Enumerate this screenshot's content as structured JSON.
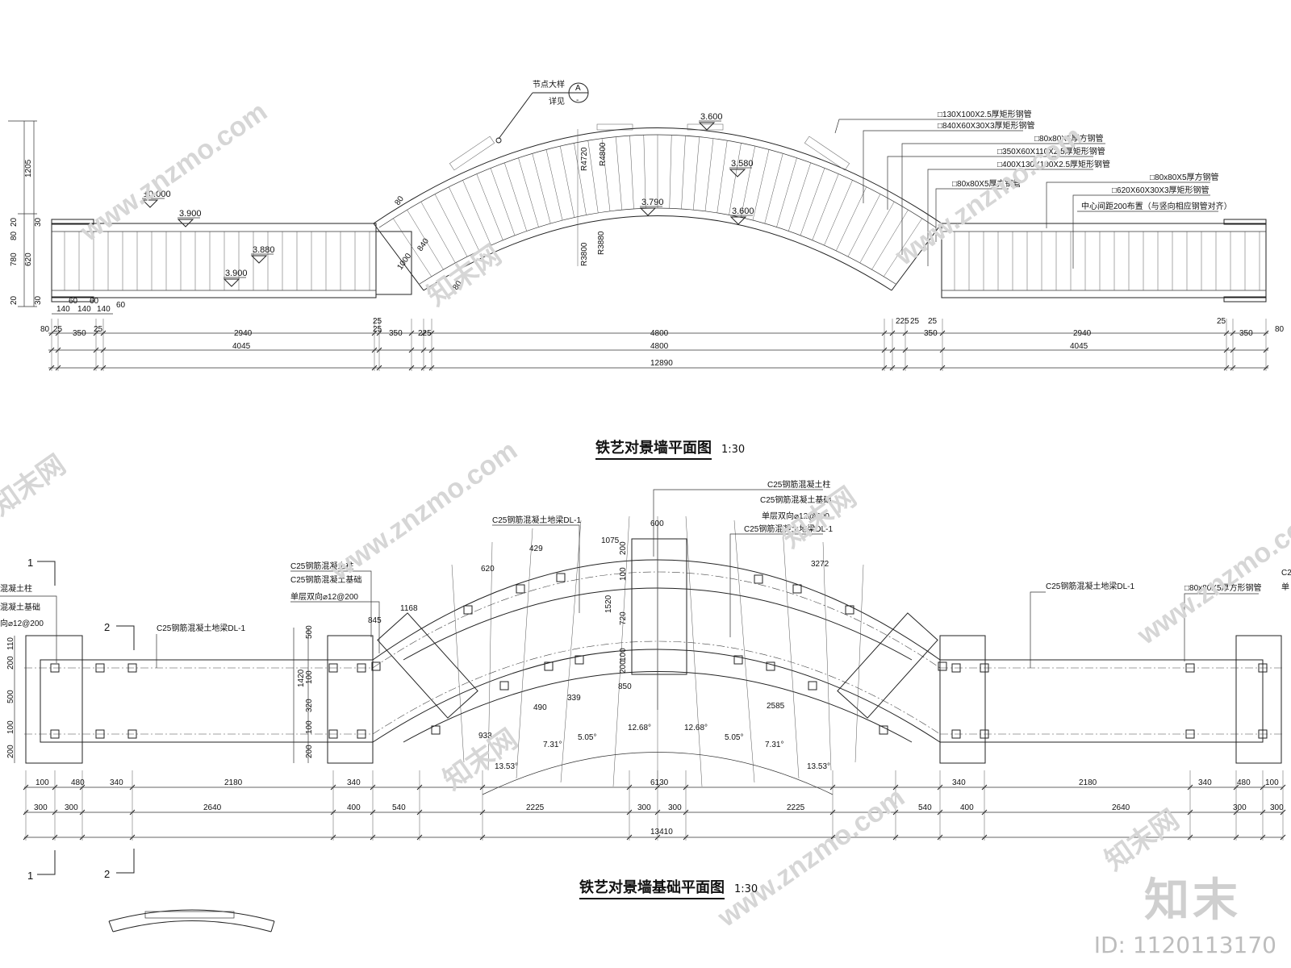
{
  "plan_title": "铁艺对景墙平面图",
  "plan_scale": "1:30",
  "foundation_title": "铁艺对景墙基础平面图",
  "foundation_scale": "1:30",
  "detail_ref": {
    "label": "节点大样",
    "sub": "详见",
    "id": "A",
    "sheet": "-"
  },
  "levels": [
    "±0.000",
    "3.900",
    "3.880",
    "3.900",
    "3.600",
    "3.580",
    "3.790",
    "3.600"
  ],
  "radius_labels": [
    "R4800",
    "R4720",
    "R3880",
    "R3800"
  ],
  "arc_dims": [
    "80",
    "840",
    "1000",
    "80"
  ],
  "right_notes_top": [
    "□130X100X2.5厚矩形钢管",
    "□840X60X30X3厚矩形钢管",
    "□80x80X5厚方钢管",
    "□350X60X110X2.5厚矩形钢管",
    "□400X130X100X2.5厚矩形钢管",
    "□80x80X5厚方钢管"
  ],
  "right_notes_far": [
    "□80x80X5厚方钢管",
    "□620X60X30X3厚矩形钢管",
    "中心间距200布置（与竖向相应钢管对齐）"
  ],
  "left_vert_dims": [
    "1205",
    "30",
    "20",
    "80",
    "620",
    "780",
    "20",
    "30"
  ],
  "plan_small_dims_row1": [
    "140",
    "60",
    "140",
    "60",
    "140",
    "60"
  ],
  "plan_dims_row2": [
    "80",
    "25",
    "350",
    "25",
    "2940",
    "25",
    "25",
    "350",
    "225",
    "4800",
    "225",
    "25",
    "350",
    "25",
    "2940",
    "25",
    "350",
    "80"
  ],
  "plan_dims_row3": [
    "4045",
    "4800",
    "4045"
  ],
  "plan_dims_total": "12890",
  "found_notes": {
    "col": "C25钢筋混凝土柱",
    "base": "C25钢筋混凝土基础",
    "rebar": "单层双向⌀12@200",
    "beam": "C25钢筋混凝土地梁DL-1",
    "tube": "□80x80X5厚方形钢管",
    "left_col": "混凝土柱",
    "left_base": "混凝土基础",
    "left_rebar": "向⌀12@200",
    "right_cut_1": "C2",
    "right_cut_2": "单"
  },
  "found_inner_dims": [
    "600",
    "1075",
    "200",
    "100",
    "620",
    "429",
    "1168",
    "3272",
    "845",
    "1520",
    "720",
    "100",
    "200",
    "850",
    "490",
    "339",
    "933",
    "2585",
    "12.68°",
    "12.68°",
    "5.05°",
    "5.05°",
    "7.31°",
    "7.31°",
    "13.53°",
    "13.53°"
  ],
  "found_left_vert": [
    "110",
    "200",
    "100",
    "500",
    "100",
    "200",
    "500",
    "100",
    "1420",
    "100",
    "320",
    "100",
    "200"
  ],
  "found_dims_row1": [
    "100",
    "480",
    "340",
    "2180",
    "340",
    "6130",
    "340",
    "2180",
    "340",
    "480",
    "100"
  ],
  "found_dims_row2": [
    "300",
    "300",
    "2640",
    "400",
    "540",
    "2225",
    "300",
    "300",
    "2225",
    "540",
    "400",
    "2640",
    "300",
    "300"
  ],
  "found_dims_total": "13410",
  "section_marks": [
    "1",
    "2",
    "1",
    "2"
  ],
  "watermark": "www.znzmo.com",
  "watermark_cn": "知末网",
  "brand": "知末",
  "doc_id": "ID: 1120113170"
}
